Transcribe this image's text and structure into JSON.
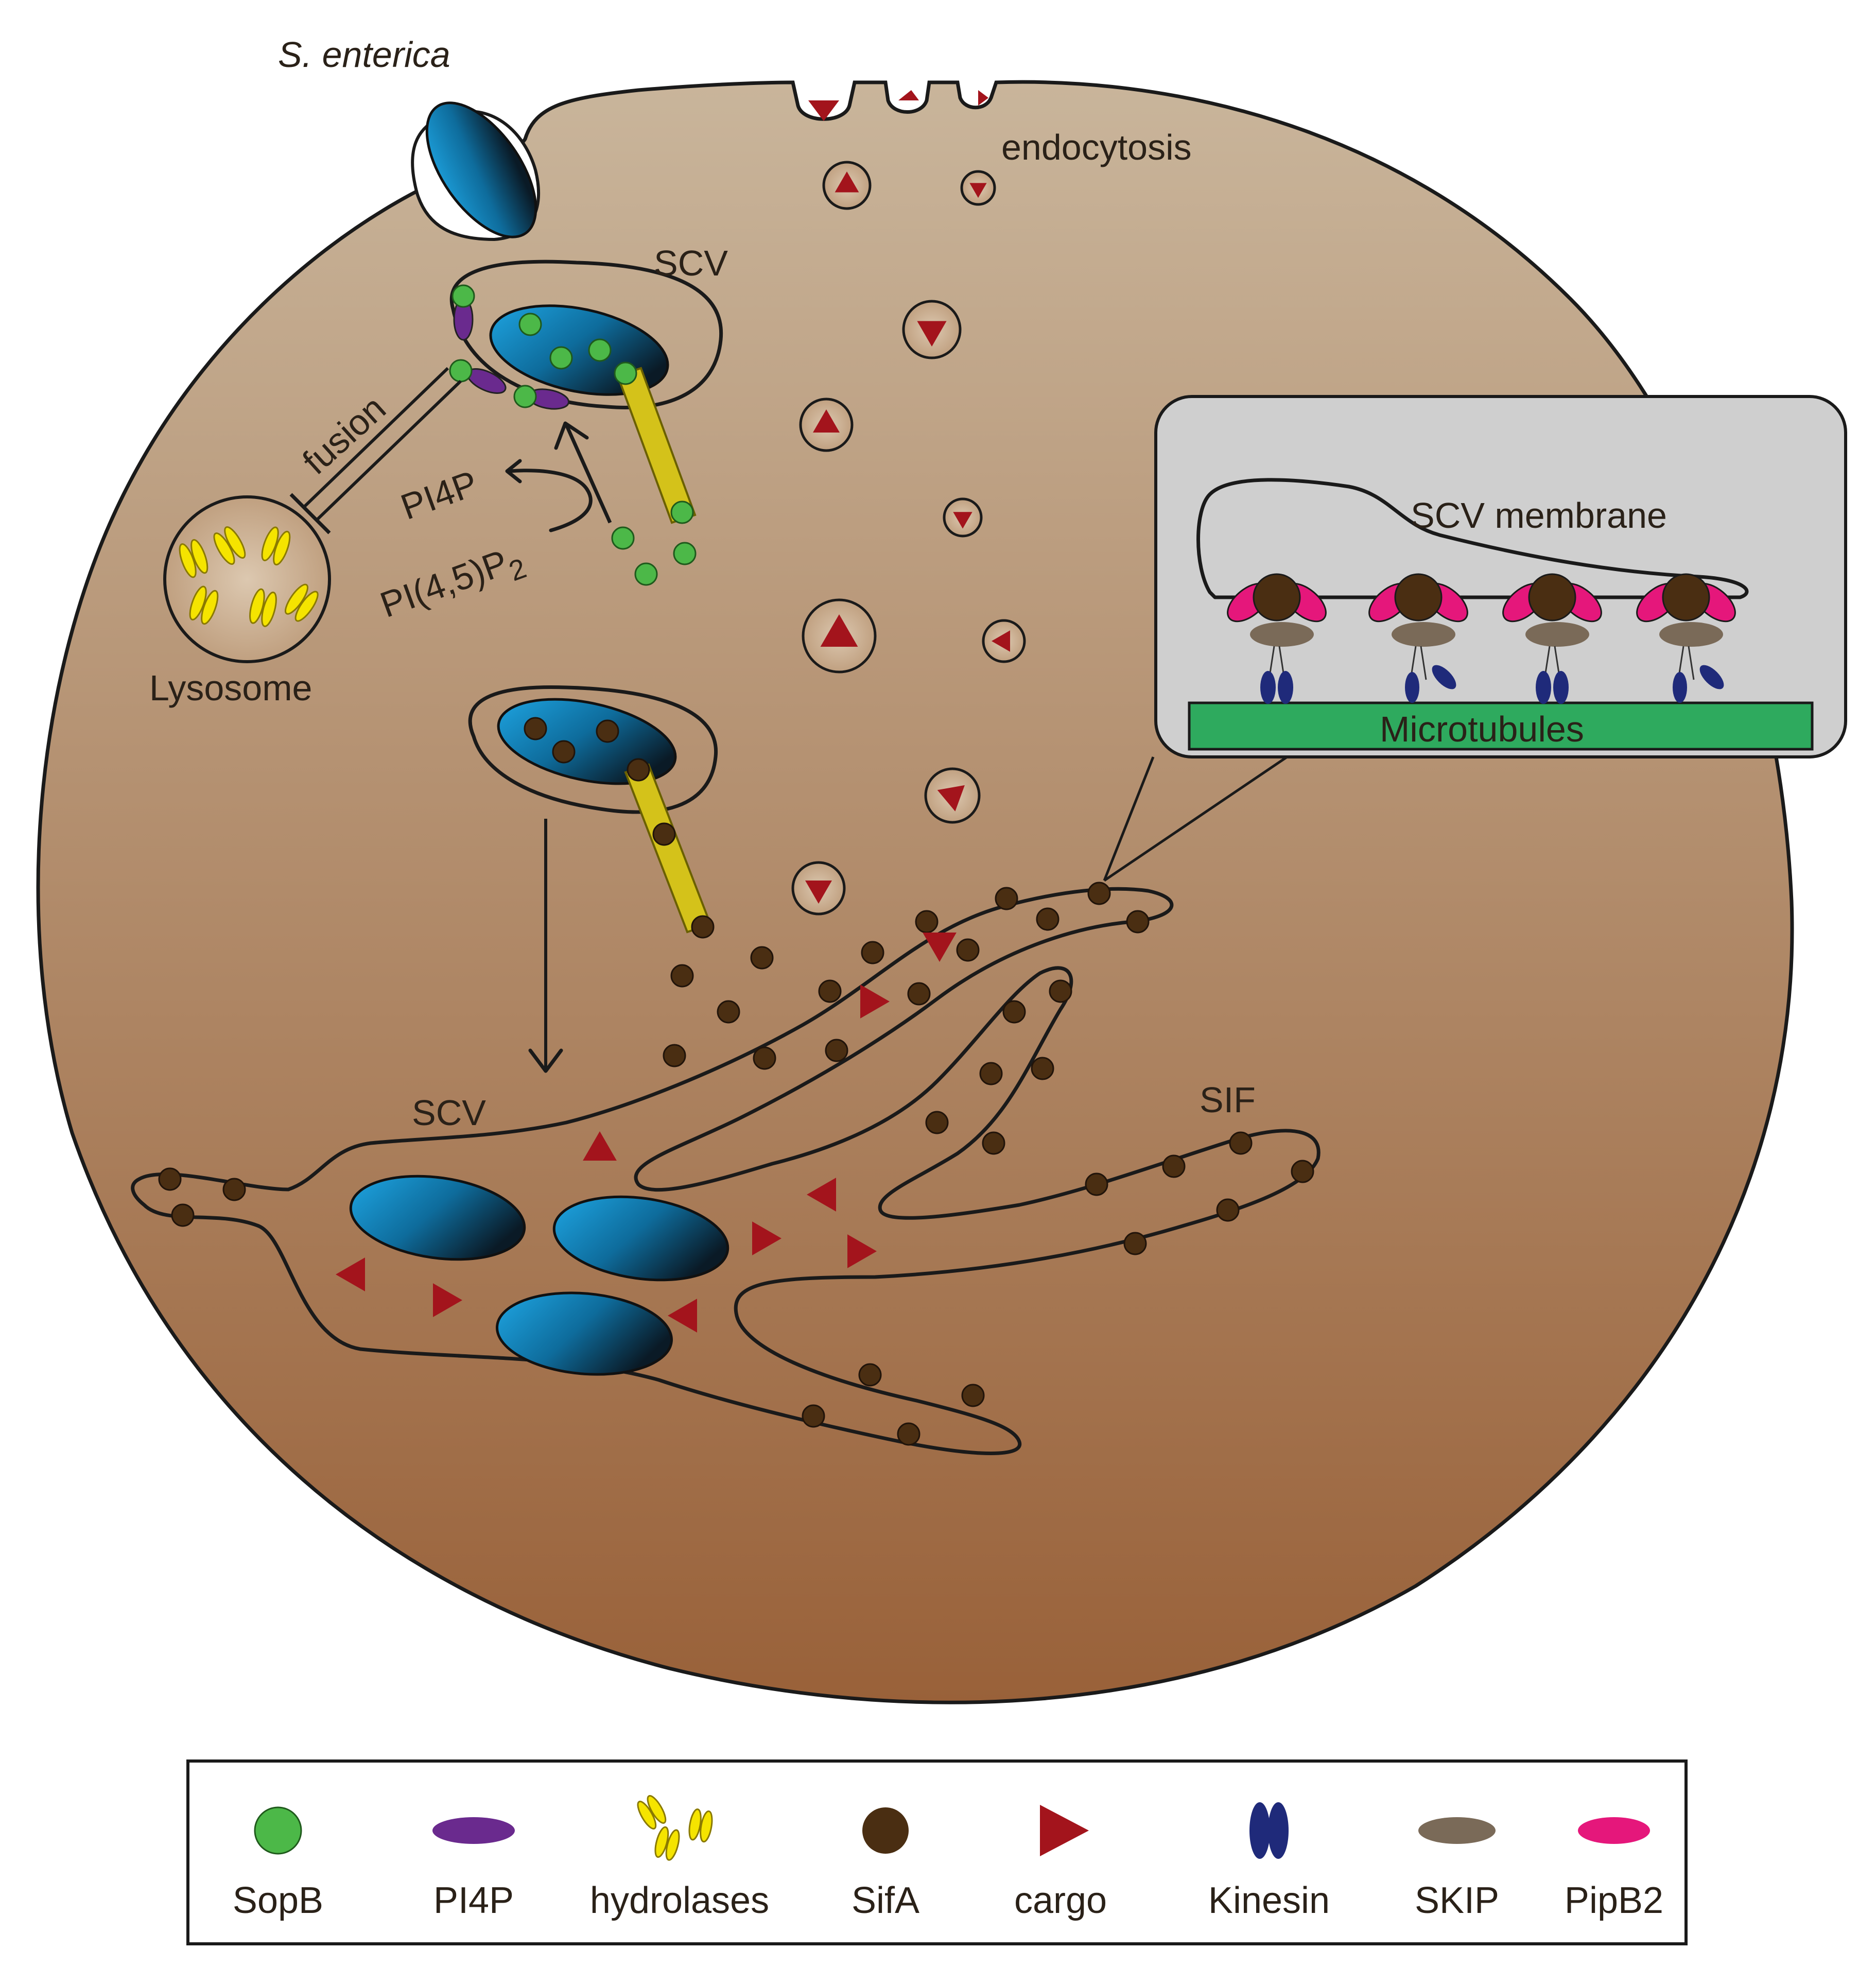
{
  "labels": {
    "bacterium": "S. enterica",
    "endocytosis": "endocytosis",
    "scv_top": "SCV",
    "fusion": "fusion",
    "pi4p": "PI4P",
    "pi45p2_main": "PI(4,5)P",
    "pi45p2_sub": "2",
    "lysosome": "Lysosome",
    "scv_bottom": "SCV",
    "sif": "SIF",
    "inset_membrane": "SCV membrane",
    "inset_microtubules": "Microtubules"
  },
  "legend": [
    {
      "key": "sopb",
      "label": "SopB",
      "color": "#4cb848"
    },
    {
      "key": "pi4p",
      "label": "PI4P",
      "color": "#6a2a8e"
    },
    {
      "key": "hydrolases",
      "label": "hydrolases",
      "color": "#f5e400"
    },
    {
      "key": "sifa",
      "label": "SifA",
      "color": "#4a2e12"
    },
    {
      "key": "cargo",
      "label": "cargo",
      "color": "#a3141c"
    },
    {
      "key": "kinesin",
      "label": "Kinesin",
      "color": "#1f2a7a"
    },
    {
      "key": "skip",
      "label": "SKIP",
      "color": "#7a6a58"
    },
    {
      "key": "pipb2",
      "label": "PipB2",
      "color": "#e5177b"
    }
  ],
  "colors": {
    "cell_top": "#c8b49a",
    "cell_bottom": "#9a6238",
    "bacterium_light": "#1aa3e0",
    "bacterium_dark": "#0b1d2a",
    "effector_tube": "#d4c21a",
    "inset_bg": "#cfcfcf",
    "microtubule": "#2eaa5e"
  }
}
